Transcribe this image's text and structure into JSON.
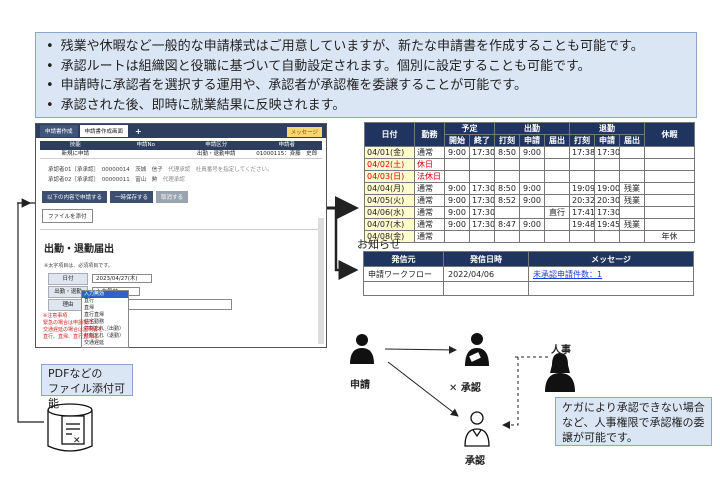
{
  "bullets": [
    "残業や休暇など一般的な申請様式はご用意していますが、新たな申請書を作成することも可能です。",
    "承認ルートは組織図と役職に基づいて自動設定されます。個別に設定することも可能です。",
    "申請時に承認者を選択する運用や、承認者が承認権を委譲することが可能です。",
    "承認された後、即時に就業結果に反映されます。"
  ],
  "screenshot": {
    "tabs": [
      "申請書作成",
      "申請書作成画面",
      "+"
    ],
    "message_button": "メッセージ",
    "header_cols": [
      "技能",
      "申請No",
      "申請区分",
      "申請者"
    ],
    "header_vals": [
      "新規に申請",
      "",
      "出勤・退勤申請",
      "01000115：斉藤　史郎"
    ],
    "approver1": "承認者01［承承認］　00000014　茨城　信子",
    "approver1_note": "代理承認",
    "approver2": "承認者02［承承認］　00000011　富山　勲",
    "approver2_note": "代理承認",
    "approver_hint": "社員番号を指定してください。",
    "btn_apply": "以下の内容で申請する",
    "btn_save": "一時保存する",
    "btn_cancel": "取消する",
    "btn_attach": "ファイルを添付",
    "form_title": "出勤・退勤届出",
    "required_note": "※太字項目は、必須項目です。",
    "date_label": "日付",
    "date_value": "2023/04/27(木)",
    "type_label": "出勤・退勤",
    "type_value": "入力無効",
    "reason_label": "理由",
    "dropdown_options": [
      "入力無効",
      "直行",
      "直帰",
      "直行直帰",
      "住宅勤務",
      "打刻忘れ（出勤）",
      "打刻忘れ（退勤）",
      "交通遅延"
    ],
    "warnings": [
      "※注意事項",
      "緊急の場合は申請後に…",
      "交通遅延の場合は証明書を…",
      "直行、直帰、直行直帰は…"
    ]
  },
  "attendance": {
    "headers_top": [
      "日付",
      "勤務",
      "予定",
      "出勤",
      "退勤",
      "休暇"
    ],
    "headers_sub": [
      "開始",
      "終了",
      "打刻",
      "申請",
      "届出",
      "打刻",
      "申請",
      "届出"
    ],
    "rows": [
      {
        "date": "04/01(金)",
        "work": "通常",
        "start": "9:00",
        "end": "17:30",
        "in_stamp": "8:50",
        "in_req": "9:00",
        "in_rep": "",
        "out_stamp": "17:38",
        "out_req": "17:30",
        "out_rep": "",
        "leave": "",
        "red": false
      },
      {
        "date": "04/02(土)",
        "work": "休日",
        "start": "",
        "end": "",
        "in_stamp": "",
        "in_req": "",
        "in_rep": "",
        "out_stamp": "",
        "out_req": "",
        "out_rep": "",
        "leave": "",
        "red": true
      },
      {
        "date": "04/03(日)",
        "work": "法休日",
        "start": "",
        "end": "",
        "in_stamp": "",
        "in_req": "",
        "in_rep": "",
        "out_stamp": "",
        "out_req": "",
        "out_rep": "",
        "leave": "",
        "red": true
      },
      {
        "date": "04/04(月)",
        "work": "通常",
        "start": "9:00",
        "end": "17:30",
        "in_stamp": "8:50",
        "in_req": "9:00",
        "in_rep": "",
        "out_stamp": "19:09",
        "out_req": "19:00",
        "out_rep": "残業",
        "leave": "",
        "red": false
      },
      {
        "date": "04/05(火)",
        "work": "通常",
        "start": "9:00",
        "end": "17:30",
        "in_stamp": "8:52",
        "in_req": "9:00",
        "in_rep": "",
        "out_stamp": "20:32",
        "out_req": "20:30",
        "out_rep": "残業",
        "leave": "",
        "red": false
      },
      {
        "date": "04/06(水)",
        "work": "通常",
        "start": "9:00",
        "end": "17:30",
        "in_stamp": "",
        "in_req": "",
        "in_rep": "直行",
        "out_stamp": "17:41",
        "out_req": "17:30",
        "out_rep": "",
        "leave": "",
        "red": false
      },
      {
        "date": "04/07(木)",
        "work": "通常",
        "start": "9:00",
        "end": "17:30",
        "in_stamp": "8:47",
        "in_req": "9:00",
        "in_rep": "",
        "out_stamp": "19:48",
        "out_req": "19:45",
        "out_rep": "残業",
        "leave": "",
        "red": false
      },
      {
        "date": "04/08(金)",
        "work": "通常",
        "start": "",
        "end": "",
        "in_stamp": "",
        "in_req": "",
        "in_rep": "",
        "out_stamp": "",
        "out_req": "",
        "out_rep": "",
        "leave": "年休",
        "red": false
      }
    ]
  },
  "notice": {
    "title": "お知らせ",
    "headers": [
      "発信元",
      "発信日時",
      "メッセージ"
    ],
    "rows": [
      {
        "source": "申請ワークフロー",
        "date": "2022/04/06",
        "message": "未承認申請件数：1"
      }
    ]
  },
  "diagram": {
    "applicant": "申請",
    "approver_x": "✕ 承認",
    "hr": "人事",
    "approver": "承認",
    "pdf_note": "PDFなどの\nファイル添付可能",
    "hr_note": "ケガにより承認できない場合など、人事権限で承認権の委譲が可能です。"
  },
  "colors": {
    "header_navy": "#1f3560",
    "box_blue": "#dbe6f4",
    "date_yellow": "#fffbd0",
    "red": "#d00000"
  }
}
